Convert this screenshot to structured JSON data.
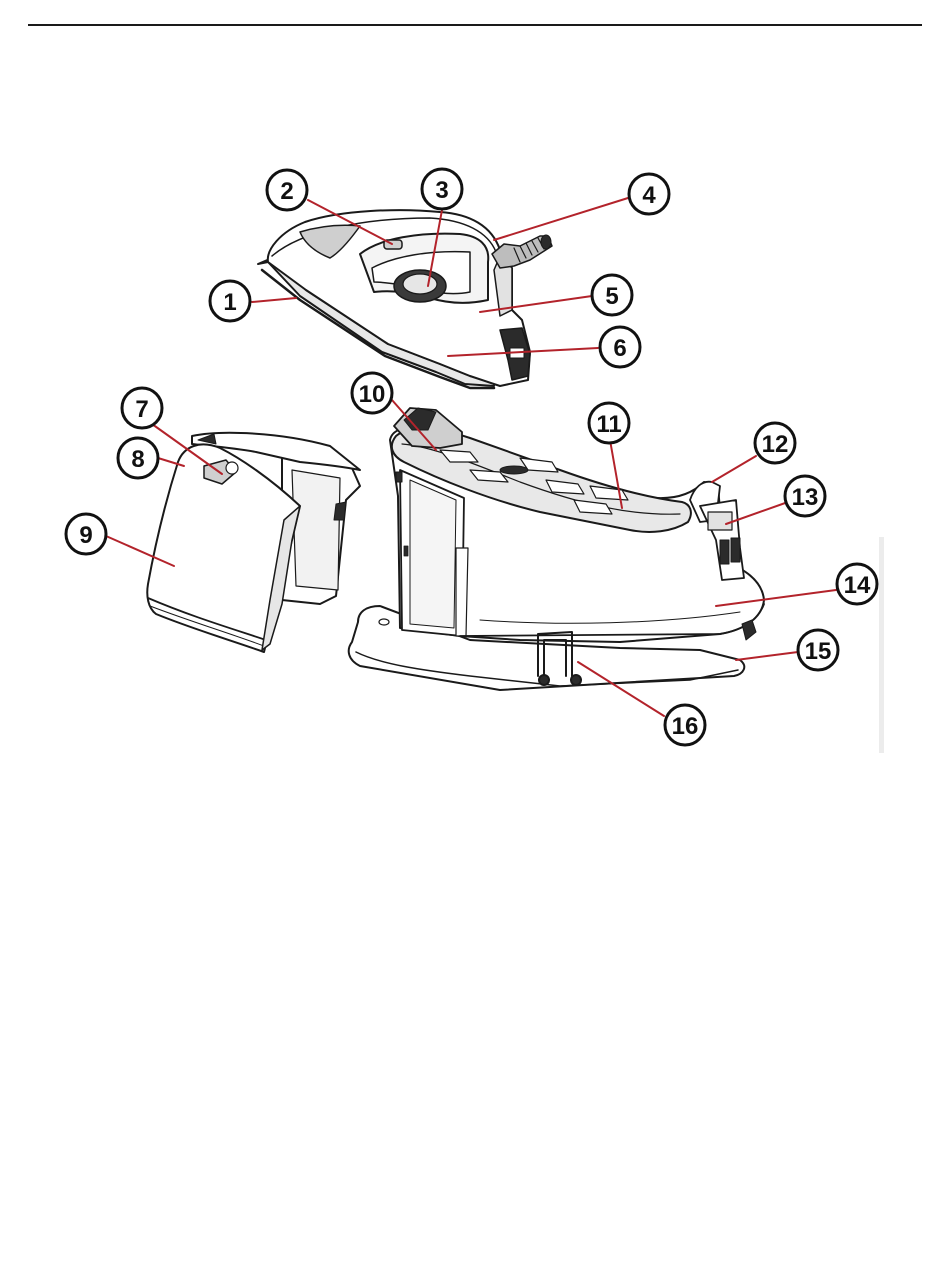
{
  "callouts": [
    {
      "label": "1"
    },
    {
      "label": "2"
    },
    {
      "label": "3"
    },
    {
      "label": "4"
    },
    {
      "label": "5"
    },
    {
      "label": "6"
    },
    {
      "label": "7"
    },
    {
      "label": "8"
    },
    {
      "label": "9"
    },
    {
      "label": "10"
    },
    {
      "label": "11"
    },
    {
      "label": "12"
    },
    {
      "label": "13"
    },
    {
      "label": "14"
    },
    {
      "label": "15"
    },
    {
      "label": "16"
    }
  ],
  "colors": {
    "leader_line": "#b3232b",
    "outline": "#1a1a1a",
    "body_fill": "#ffffff",
    "shade": "#d9d9d9",
    "dark": "#2b2b2b"
  }
}
